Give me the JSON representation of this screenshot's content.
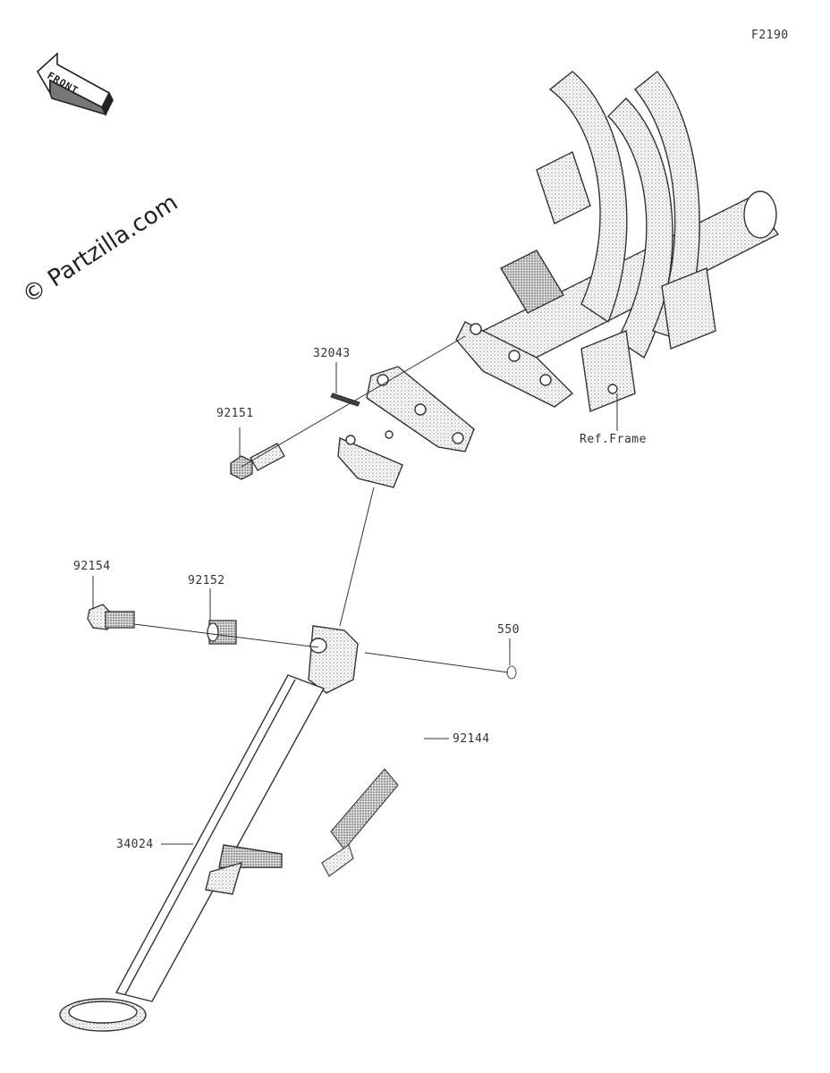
{
  "diagram_code": "F2190",
  "watermark": "© Partzilla.com",
  "front_label": "FRONT",
  "parts": {
    "p32043": "32043",
    "p92151": "92151",
    "p92154": "92154",
    "p92152": "92152",
    "p550": "550",
    "p92144": "92144",
    "p34024": "34024",
    "ref_frame": "Ref.Frame"
  },
  "colors": {
    "line": "#333333",
    "stipple": "#9a9a9a",
    "paper": "#ffffff"
  }
}
